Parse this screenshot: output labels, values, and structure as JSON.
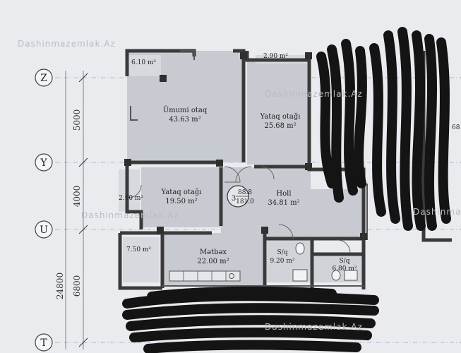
{
  "watermark": "Dashinmazemlak.Az",
  "axes": {
    "Z": "Z",
    "Y": "Y",
    "U": "U",
    "T": "T"
  },
  "dimensions": {
    "zy": "5000",
    "yu": "4000",
    "ut": "6800",
    "total": "24800"
  },
  "unit_number": "3",
  "unit_area_top": "88.8",
  "unit_area_bottom": "181.0",
  "rooms": {
    "balcony_nw": {
      "area": "6.10 m²"
    },
    "living": {
      "name": "Ümumi otaq",
      "area": "43.63 m²"
    },
    "balcony_n": {
      "area": "2.90 m²"
    },
    "bedroom_n": {
      "name": "Yataq otağı",
      "area": "25.68 m²"
    },
    "balcony_w": {
      "area": "2.90 m²"
    },
    "bedroom_w": {
      "name": "Yataq otağı",
      "area": "19.50 m²"
    },
    "hall": {
      "name": "Holl",
      "area": "34.81 m²"
    },
    "balcony_sw": {
      "area": "7.50 m²"
    },
    "kitchen": {
      "name": "Mətbəx",
      "area": "22.00 m²"
    },
    "bath1": {
      "name": "S/q",
      "area": "9.20 m²"
    },
    "bath2": {
      "name": "S/q",
      "area": "6.80 m²"
    },
    "right_partial": {
      "area": "68"
    }
  },
  "colors": {
    "room_fill": "#c7cbd1",
    "wall": "#3a3a3a",
    "redaction": "#141414",
    "grid": "#8fb0cc"
  }
}
